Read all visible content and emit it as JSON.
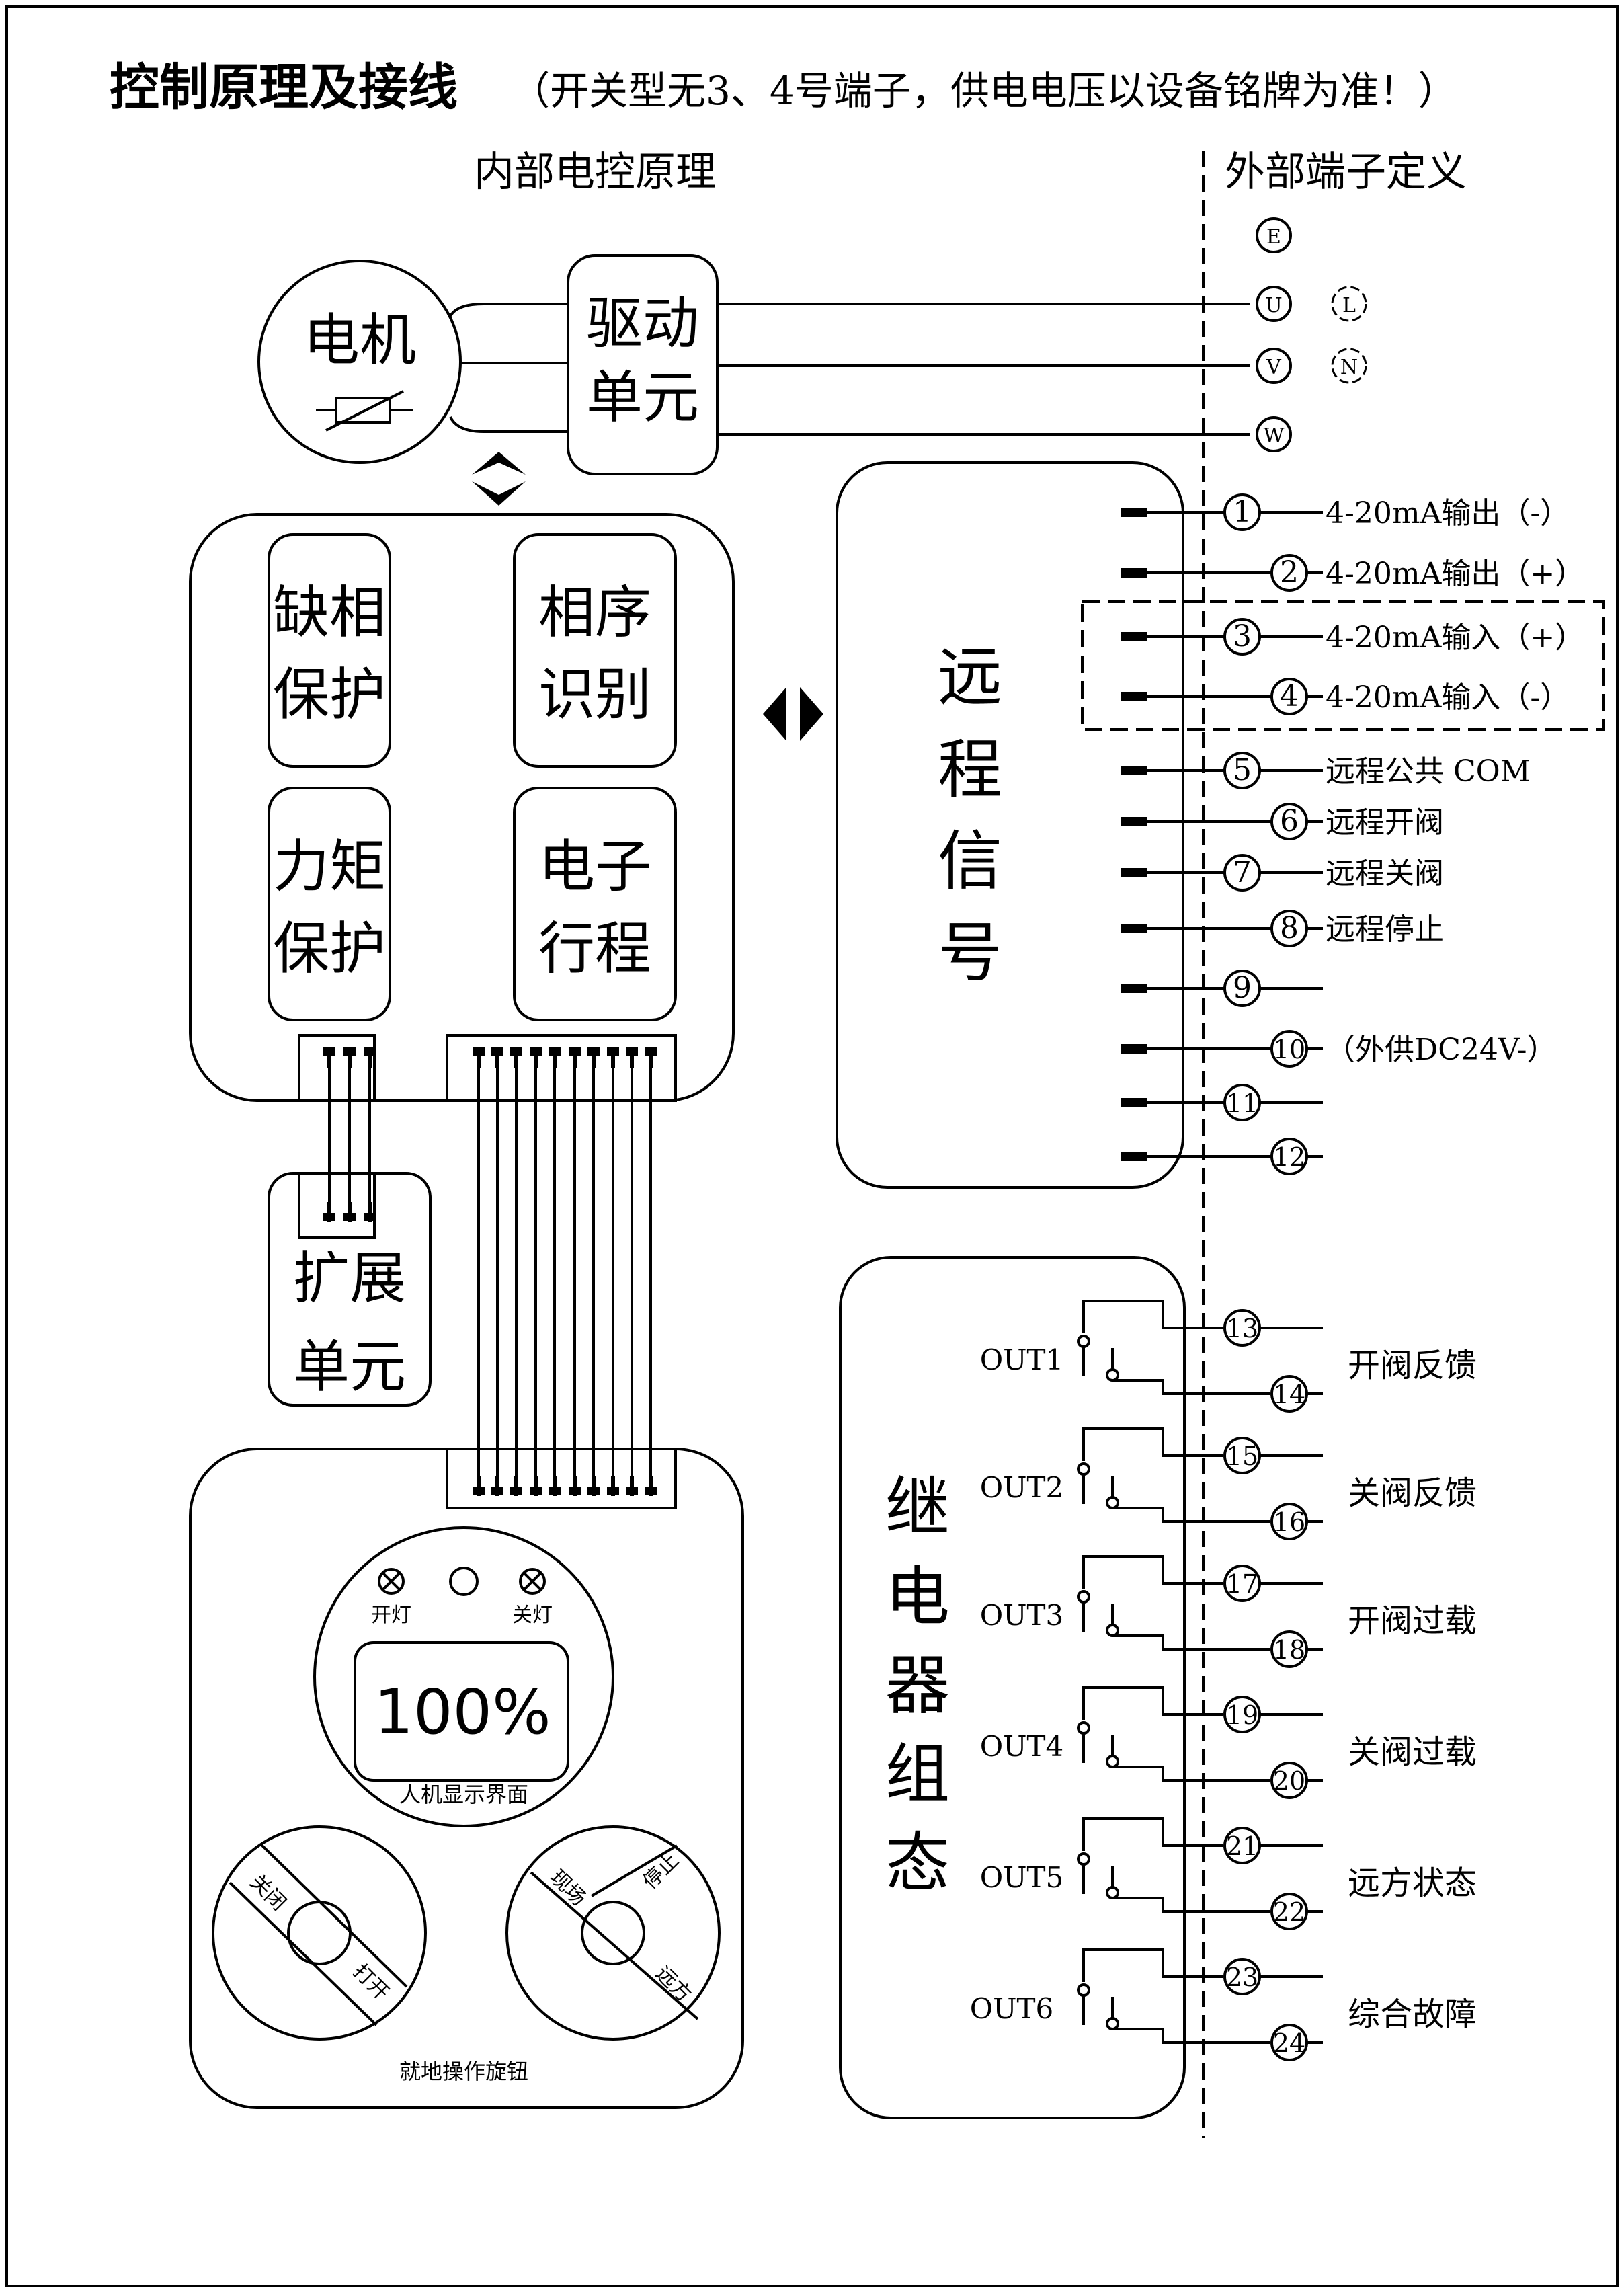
{
  "title": "控制原理及接线",
  "title_note": "（开关型无3、4号端子，供电电压以设备铭牌为准！）",
  "section_internal": "内部电控原理",
  "section_external": "外部端子定义",
  "motor": {
    "line1": "电",
    "line2": "机"
  },
  "drive": {
    "line1": "驱动",
    "line2": "单元"
  },
  "modules": [
    {
      "line1": "缺相",
      "line2": "保护"
    },
    {
      "line1": "相序",
      "line2": "识别"
    },
    {
      "line1": "力矩",
      "line2": "保护"
    },
    {
      "line1": "电子",
      "line2": "行程"
    }
  ],
  "expansion": {
    "line1": "扩展",
    "line2": "单元"
  },
  "remote_signal": [
    "远",
    "程",
    "信",
    "号"
  ],
  "relay_group": [
    "继",
    "电",
    "器",
    "组",
    "态"
  ],
  "power_terminals": {
    "E": "E",
    "U": "U",
    "V": "V",
    "W": "W",
    "L": "L",
    "N": "N"
  },
  "signal_terminals": [
    {
      "num": "1",
      "label": "4-20mA输出（-）"
    },
    {
      "num": "2",
      "label": "4-20mA输出（+）"
    },
    {
      "num": "3",
      "label": "4-20mA输入（+）"
    },
    {
      "num": "4",
      "label": "4-20mA输入（-）"
    },
    {
      "num": "5",
      "label": "远程公共 COM"
    },
    {
      "num": "6",
      "label": "远程开阀"
    },
    {
      "num": "7",
      "label": "远程关阀"
    },
    {
      "num": "8",
      "label": "远程停止"
    },
    {
      "num": "9",
      "label": ""
    },
    {
      "num": "10",
      "label": "（外供DC24V-）"
    },
    {
      "num": "11",
      "label": ""
    },
    {
      "num": "12",
      "label": ""
    }
  ],
  "relays": [
    {
      "out": "OUT1",
      "a": "13",
      "b": "14",
      "label": "开阀反馈"
    },
    {
      "out": "OUT2",
      "a": "15",
      "b": "16",
      "label": "关阀反馈"
    },
    {
      "out": "OUT3",
      "a": "17",
      "b": "18",
      "label": "开阀过载"
    },
    {
      "out": "OUT4",
      "a": "19",
      "b": "20",
      "label": "关阀过载"
    },
    {
      "out": "OUT5",
      "a": "21",
      "b": "22",
      "label": "远方状态"
    },
    {
      "out": "OUT6",
      "a": "23",
      "b": "24",
      "label": "综合故障"
    }
  ],
  "hmi": {
    "open_lamp": "开灯",
    "close_lamp": "关灯",
    "display_value": "100%",
    "display_caption": "人机显示界面",
    "knob1_left": "关闭",
    "knob1_right": "打开",
    "knob2_left": "现场",
    "knob2_right_top": "停止",
    "knob2_right_bottom": "远方",
    "knob_caption": "就地操作旋钮"
  }
}
